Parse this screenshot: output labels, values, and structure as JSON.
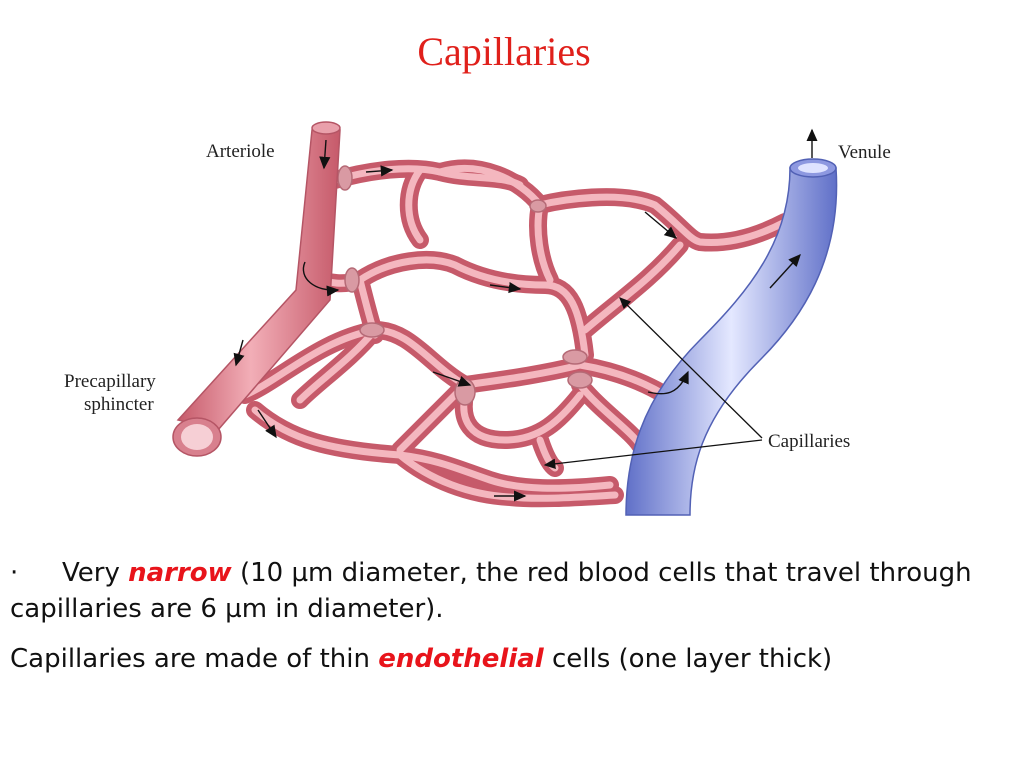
{
  "title": "Capillaries",
  "diagram": {
    "labels": {
      "arteriole": "Arteriole",
      "venule": "Venule",
      "precapillary_line1": "Precapillary",
      "precapillary_line2": "sphincter",
      "capillaries": "Capillaries"
    },
    "colors": {
      "vessel_red": "#e98f9b",
      "vessel_red_dark": "#c65a6a",
      "vein_blue": "#9aa4e8",
      "vein_blue_dark": "#6070c8"
    }
  },
  "text": {
    "bullet_symbol": "·",
    "line1_pre": "Very ",
    "line1_emph": "narrow",
    "line1_post": " (10 µm diameter, the red blood cells that travel through capillaries are 6 µm in diameter).",
    "line2_pre": "Capillaries are made of thin ",
    "line2_emph": "endothelial",
    "line2_post": " cells (one layer thick)"
  }
}
